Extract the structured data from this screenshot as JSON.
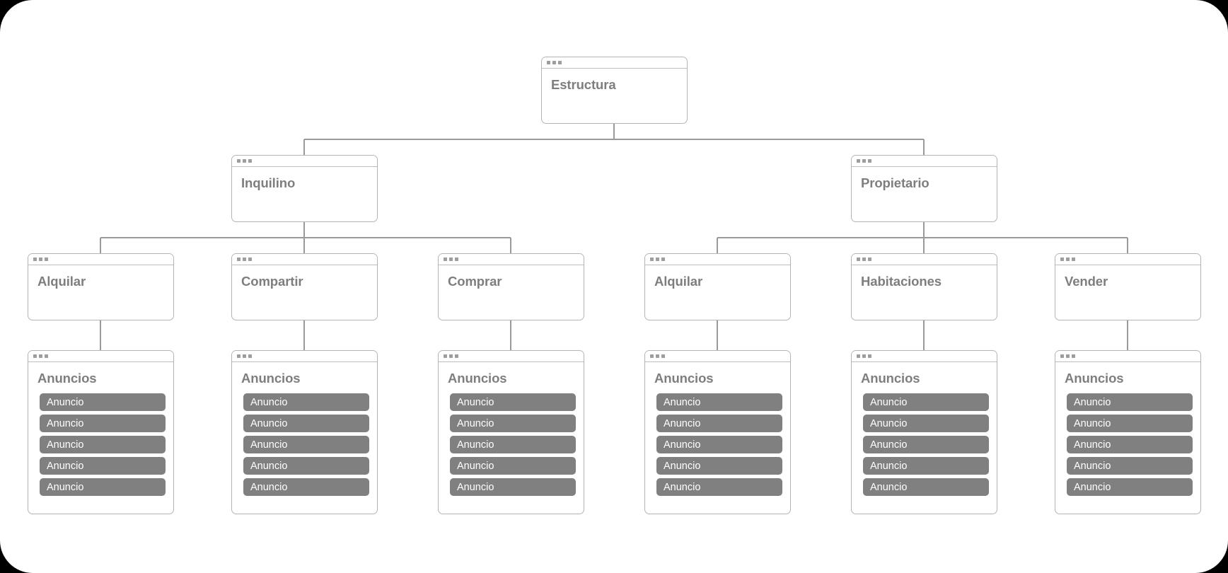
{
  "diagram": {
    "type": "sitemap-tree",
    "canvas_background": "#ffffff",
    "page_background": "#000000",
    "card_border_color": "#b4b4b4",
    "connector_color": "#9a9a9a",
    "title_color": "#7e7e7e",
    "pill_color": "#808080",
    "pill_text_color": "#ffffff",
    "window_dot_color": "#9e9e9e",
    "dots_per_titlebar": 3
  },
  "root": {
    "title": "Estructura"
  },
  "level2": [
    {
      "title": "Inquilino"
    },
    {
      "title": "Propietario"
    }
  ],
  "level3": [
    {
      "title": "Alquilar"
    },
    {
      "title": "Compartir"
    },
    {
      "title": "Comprar"
    },
    {
      "title": "Alquilar"
    },
    {
      "title": "Habitaciones"
    },
    {
      "title": "Vender"
    }
  ],
  "leaves": [
    {
      "title": "Anuncios",
      "items": [
        "Anuncio",
        "Anuncio",
        "Anuncio",
        "Anuncio",
        "Anuncio"
      ]
    },
    {
      "title": "Anuncios",
      "items": [
        "Anuncio",
        "Anuncio",
        "Anuncio",
        "Anuncio",
        "Anuncio"
      ]
    },
    {
      "title": "Anuncios",
      "items": [
        "Anuncio",
        "Anuncio",
        "Anuncio",
        "Anuncio",
        "Anuncio"
      ]
    },
    {
      "title": "Anuncios",
      "items": [
        "Anuncio",
        "Anuncio",
        "Anuncio",
        "Anuncio",
        "Anuncio"
      ]
    },
    {
      "title": "Anuncios",
      "items": [
        "Anuncio",
        "Anuncio",
        "Anuncio",
        "Anuncio",
        "Anuncio"
      ]
    },
    {
      "title": "Anuncios",
      "items": [
        "Anuncio",
        "Anuncio",
        "Anuncio",
        "Anuncio",
        "Anuncio"
      ]
    }
  ]
}
